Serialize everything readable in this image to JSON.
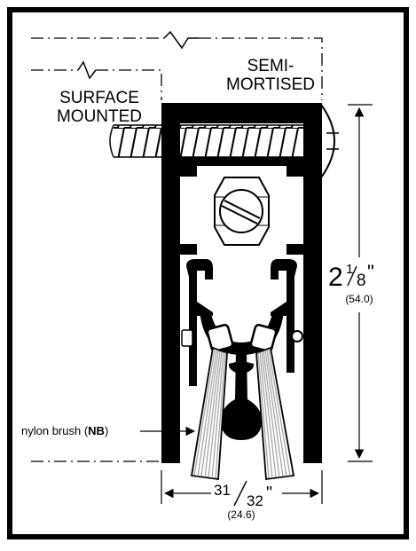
{
  "labels": {
    "surface_mounted_line1": "SURFACE",
    "surface_mounted_line2": "MOUNTED",
    "semi_mortised_line1": "SEMI-",
    "semi_mortised_line2": "MORTISED",
    "height_whole": "2",
    "height_numerator": "1",
    "height_denominator": "8",
    "height_unit": "\"",
    "height_metric": "(54.0)",
    "width_numerator": "31",
    "width_denominator": "32",
    "width_unit": "\"",
    "width_metric": "(24.6)",
    "brush_label_prefix": "nylon brush (",
    "brush_label_code": "NB",
    "brush_label_suffix": ")"
  },
  "colors": {
    "border": "#000000",
    "ink": "#000000",
    "background": "#ffffff",
    "bristle": "#9a9a9a"
  },
  "icons": {
    "screw": "wood-screw-icon",
    "bolt": "hex-bolt-icon",
    "brush": "brush-strip-icon"
  }
}
